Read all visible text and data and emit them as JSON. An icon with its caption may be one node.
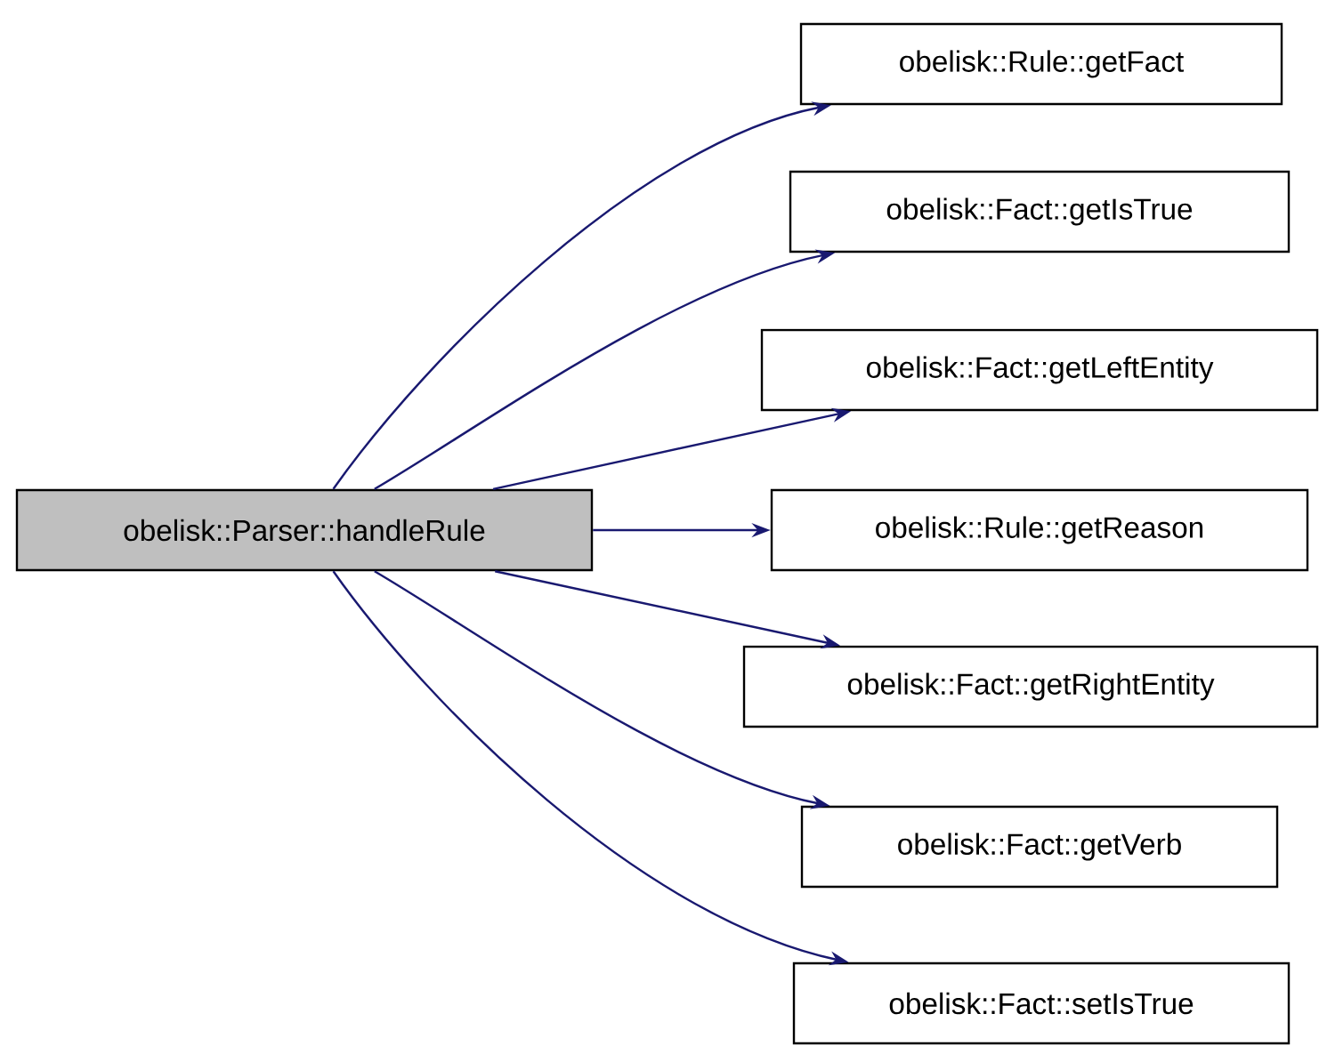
{
  "diagram": {
    "nodes": [
      {
        "text": [
          "obelisk::Parser::handleRule"
        ]
      },
      {
        "text": [
          "obelisk::Rule::getFact"
        ]
      },
      {
        "text": [
          "obelisk::Fact::getIsTrue"
        ]
      },
      {
        "text": [
          "obelisk::Fact::getLeftEntity"
        ]
      },
      {
        "text": [
          "obelisk::Rule::getReason"
        ]
      },
      {
        "text": [
          "obelisk::Fact::getRightEntity"
        ]
      },
      {
        "text": [
          "obelisk::Fact::getVerb"
        ]
      },
      {
        "text": [
          "obelisk::Fact::setIsTrue"
        ]
      }
    ],
    "edges": [
      {
        "from": 0,
        "to": 1,
        "arrow": "to"
      },
      {
        "from": 0,
        "to": 2,
        "arrow": "to"
      },
      {
        "from": 0,
        "to": 3,
        "arrow": "to"
      },
      {
        "from": 0,
        "to": 4,
        "arrow": "to"
      },
      {
        "from": 0,
        "to": 5,
        "arrow": "to"
      },
      {
        "from": 0,
        "to": 6,
        "arrow": "to"
      },
      {
        "from": 0,
        "to": 7,
        "arrow": "to"
      }
    ]
  }
}
